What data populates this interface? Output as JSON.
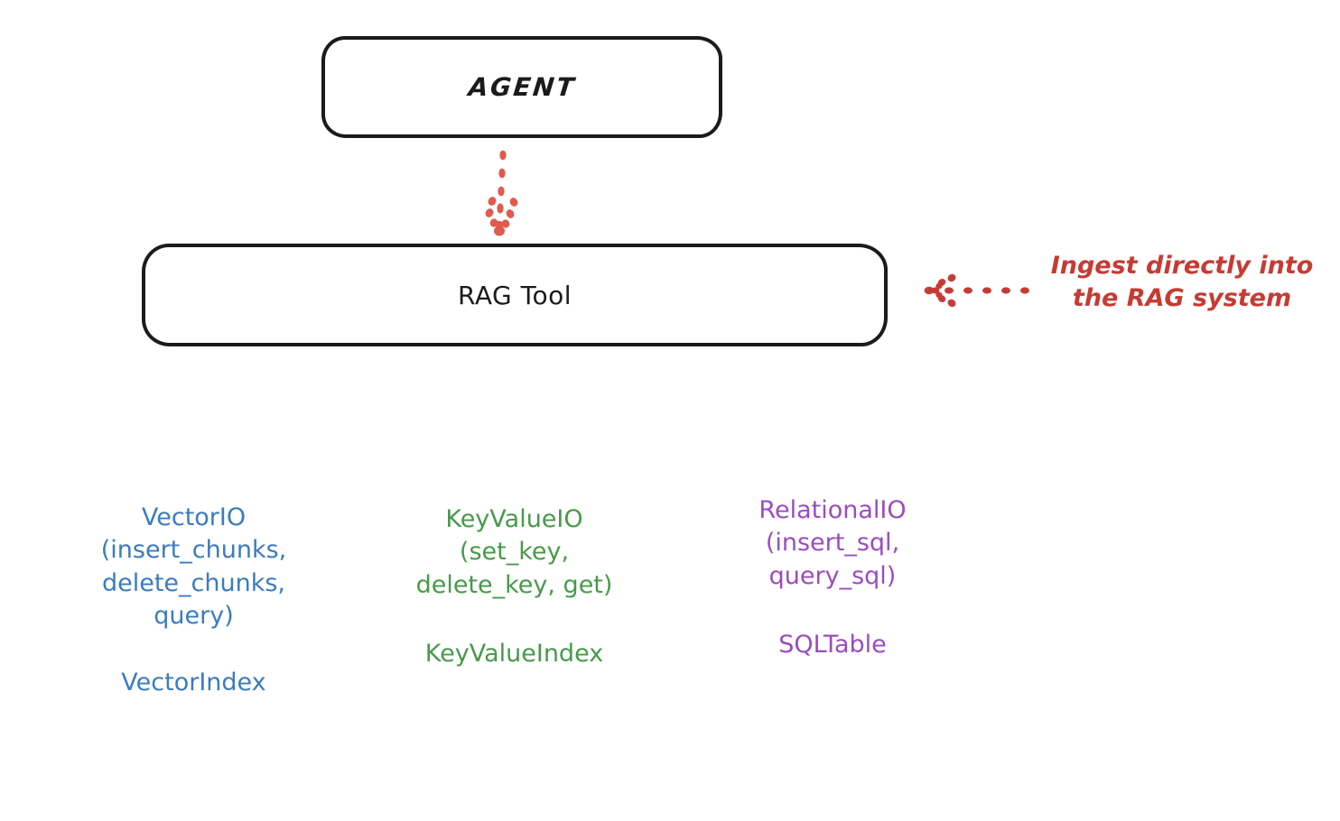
{
  "diagram": {
    "title_implicit": "RAG Tool architecture",
    "background_color": "#ffffff",
    "nodes": {
      "agent": {
        "label": "AGENT",
        "stroke_color": "#1b1b1b",
        "text_color": "#1b1b1b"
      },
      "rag_tool": {
        "label": "RAG Tool",
        "stroke_color": "#1b1b1b",
        "text_color": "#1b1b1b"
      },
      "vector_io": {
        "api": "VectorIO\n(insert_chunks,\ndelete_chunks,\nquery)",
        "index": "VectorIndex",
        "stroke_color": "#3a7cc0",
        "text_color": "#3a7cc0"
      },
      "key_value_io": {
        "api": "KeyValueIO\n(set_key,\ndelete_key, get)",
        "index": "KeyValueIndex",
        "stroke_color": "#479a4a",
        "text_color": "#479a4a"
      },
      "relational_io": {
        "api": "RelationalIO\n(insert_sql,\nquery_sql)",
        "index": "SQLTable",
        "stroke_color": "#9b4cbf",
        "text_color": "#9b4cbf"
      }
    },
    "annotations": {
      "ingest": {
        "text": "Ingest directly into\nthe RAG system",
        "color": "#c63b33"
      }
    },
    "connectors": [
      {
        "name": "agent-to-rag-tool",
        "from": "agent",
        "to": "rag_tool",
        "style": "dotted",
        "color": "#e05a4f",
        "direction": "down"
      },
      {
        "name": "ingest-to-rag-tool",
        "from": "ingest_annotation",
        "to": "rag_tool",
        "style": "dotted",
        "color": "#c63b33",
        "direction": "left"
      }
    ]
  }
}
